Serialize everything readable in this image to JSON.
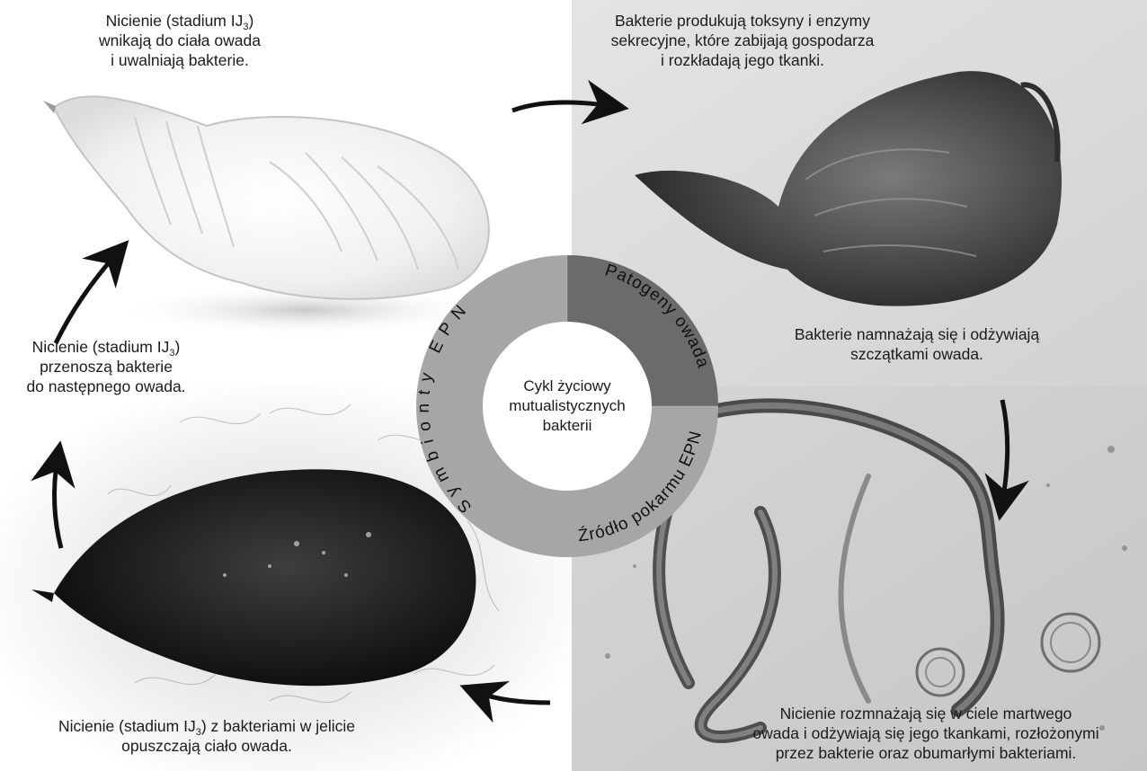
{
  "center_label": [
    "Cykl życiowy",
    "mutualistycznych",
    "bakterii"
  ],
  "ring": {
    "top_right": "Patogeny owada",
    "bottom_right": "Źródło pokarmu EPN",
    "left": "Symbionty EPN"
  },
  "captions": {
    "top_left": {
      "line1_prefix": "Nicienie (stadium IJ",
      "line1_sub": "3",
      "line1_suffix": ")",
      "line2": "wnikają do ciała owada",
      "line3": "i uwalniają bakterie."
    },
    "top_right": {
      "line1": "Bakterie produkują toksyny i enzymy",
      "line2": "sekrecyjne, które zabijają gospodarza",
      "line3": "i rozkładają jego tkanki."
    },
    "middle_right": {
      "line1": "Bakterie namnażają się i odżywiają",
      "line2": "szczątkami owada."
    },
    "middle_left": {
      "line1_prefix": "Nicienie (stadium IJ",
      "line1_sub": "3",
      "line1_suffix": ")",
      "line2": "przenoszą bakterie",
      "line3": "do następnego owada."
    },
    "bottom_left": {
      "line1_prefix": "Nicienie (stadium IJ",
      "line1_sub": "3",
      "line1_suffix": ") z bakteriami w jelicie",
      "line2": "opuszczają ciało owada."
    },
    "bottom_right": {
      "line1": "Nicienie rozmnażają się w ciele martwego",
      "line2": "owada i odżywiają się jego tkankami, rozłożonymi",
      "line3": "przez bakterie oraz obumarłymi bakteriami."
    }
  },
  "colors": {
    "ring_light": "#a6a6a6",
    "ring_dark": "#6b6b6b",
    "arrow": "#111111"
  }
}
